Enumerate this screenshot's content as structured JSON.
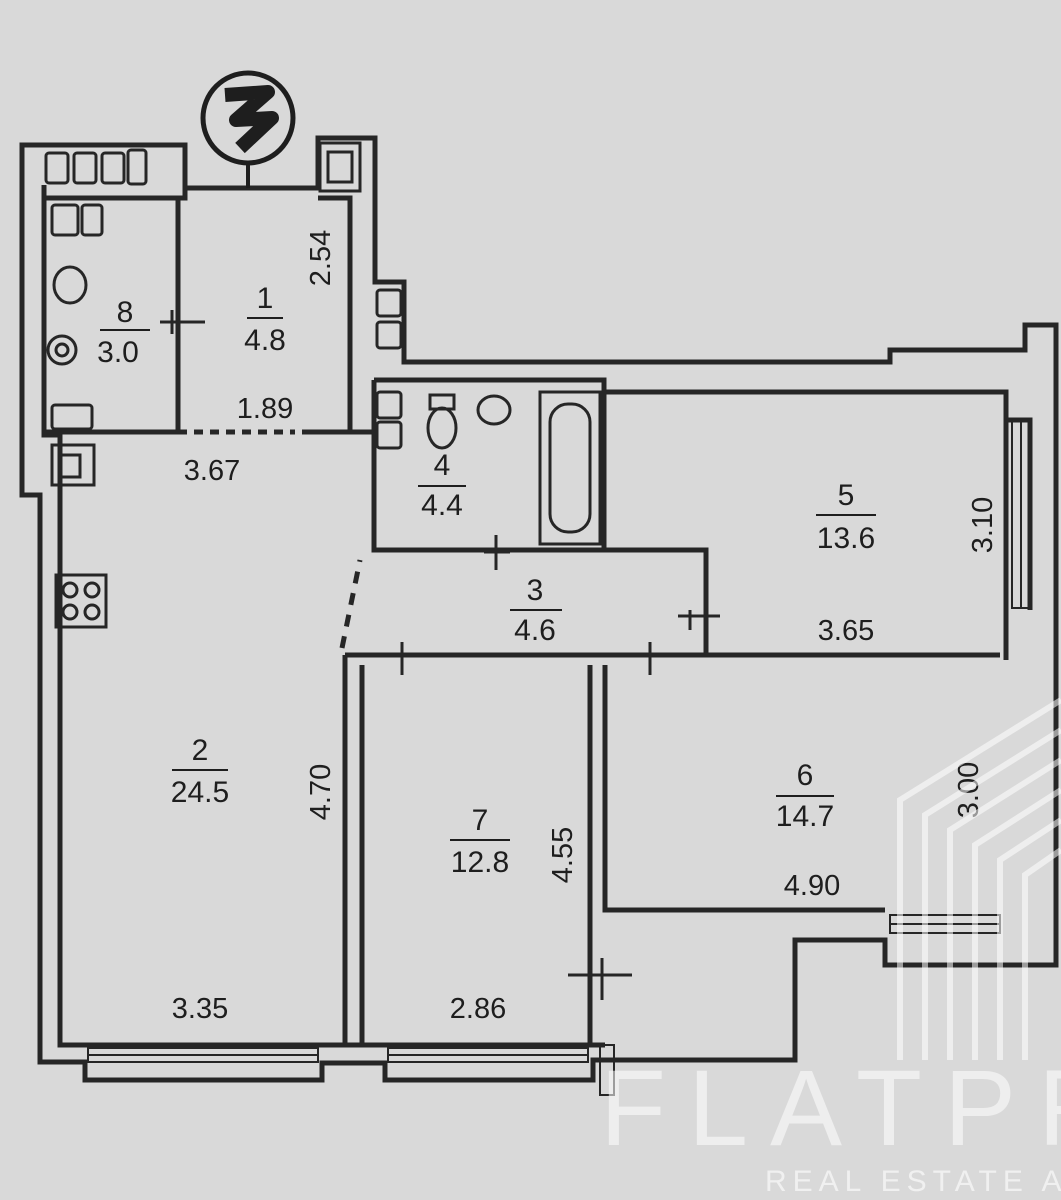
{
  "compass": {
    "icon": "north-arrow-icon"
  },
  "rooms": [
    {
      "id": "room-1",
      "number": "1",
      "area": "4.8"
    },
    {
      "id": "room-2",
      "number": "2",
      "area": "24.5"
    },
    {
      "id": "room-3",
      "number": "3",
      "area": "4.6"
    },
    {
      "id": "room-4",
      "number": "4",
      "area": "4.4"
    },
    {
      "id": "room-5",
      "number": "5",
      "area": "13.6"
    },
    {
      "id": "room-6",
      "number": "6",
      "area": "14.7"
    },
    {
      "id": "room-7",
      "number": "7",
      "area": "12.8"
    },
    {
      "id": "room-8",
      "number": "8",
      "area": "3.0"
    }
  ],
  "dimensions": {
    "d_2_54": "2.54",
    "d_1_89": "1.89",
    "d_3_67": "3.67",
    "d_3_10": "3.10",
    "d_3_65": "3.65",
    "d_4_70": "4.70",
    "d_4_55": "4.55",
    "d_3_00": "3.00",
    "d_4_90": "4.90",
    "d_3_35": "3.35",
    "d_2_86": "2.86"
  },
  "watermark": {
    "name": "FLATPR",
    "subtitle": "REAL ESTATE A",
    "icon": "flatpro-logo-icon"
  }
}
